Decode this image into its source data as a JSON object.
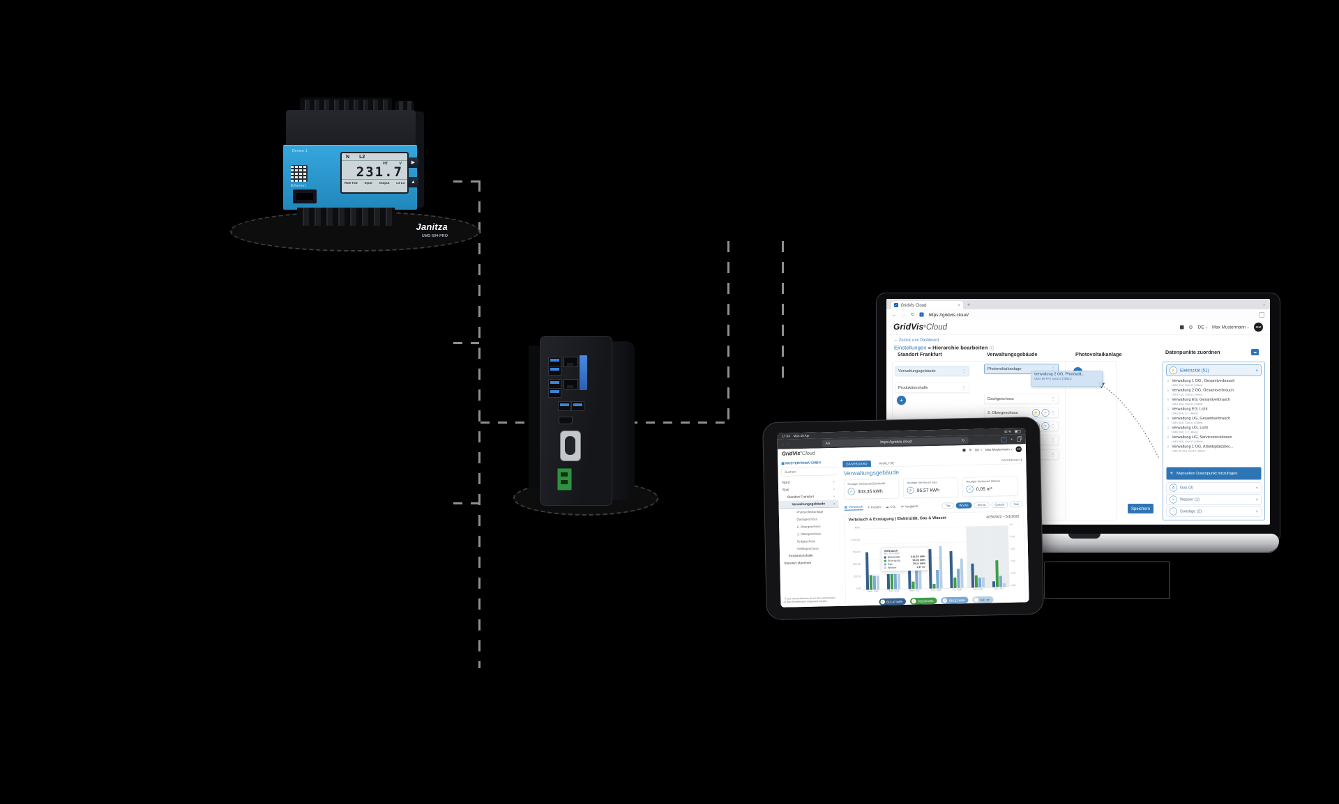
{
  "scene": {
    "background": "#000000",
    "dash_color": "#8f8f8f",
    "accent": "#2e75b6"
  },
  "meter": {
    "brand": "Janitza",
    "model": "UMG 604-PRO",
    "device_label": "Device 1",
    "ethernet_label": "Ethernet",
    "lcd": {
      "phase_n": "N",
      "phase": "L2",
      "tariff": "HT",
      "unit": "V",
      "value": "231.7",
      "status_left": "RxD TxD",
      "status_mid": "Input",
      "status_right": "Output",
      "phases_bottom": "L3 L4"
    },
    "buttons": {
      "next": "▶",
      "up": "▲"
    }
  },
  "laptop": {
    "browser": {
      "tab_title": "GridVis Cloud",
      "url": "https://gridvis.cloud/",
      "close": "×",
      "newtab": "+",
      "back": "←",
      "fwd": "→",
      "reload": "↻",
      "favicon_glyph": "✓"
    },
    "header": {
      "logo_main": "GridVis",
      "logo_sup": "®",
      "logo_rest": "Cloud",
      "lang": "DE",
      "user": "Max Mustermann",
      "avatar": "MM"
    },
    "back_link": "← Zurück zum Dashboard",
    "breadcrumb": {
      "section": "Einstellungen",
      "page": "» Hierarchie bearbeiten",
      "info": "ⓘ"
    },
    "columns": [
      {
        "title": "Standort Frankfurt",
        "cards": [
          {
            "label": "Verwaltungsgebäude",
            "style": "hl",
            "icons": []
          },
          {
            "label": "Produktionshalle",
            "style": "",
            "icons": []
          }
        ]
      },
      {
        "title": "Verwaltungsgebäude",
        "cards": [
          {
            "label": "Photovoltaikanlage",
            "style": "sel",
            "icons": []
          },
          {
            "label": "Dachgeschoss",
            "style": "",
            "icons": []
          },
          {
            "label": "2. Obergeschoss",
            "style": "",
            "icons": [
              "bolt",
              "water"
            ]
          },
          {
            "label": "",
            "style": "",
            "icons": [
              "bolt",
              "gas",
              "water"
            ]
          },
          {
            "label": "",
            "style": "",
            "icons": []
          },
          {
            "label": "",
            "style": "",
            "icons": []
          }
        ]
      },
      {
        "title": "Photovoltaikanlage",
        "cards": []
      }
    ],
    "drag_ghost": {
      "title": "Verwaltung 2 OG, Photovolt...",
      "sub": "UMG 96-PA | Sum13 | Bilanz"
    },
    "panel": {
      "title": "Datenpunkte zuordnen",
      "group_header": {
        "icon": "bolt",
        "label": "Elektrizität (51)",
        "collapse": "∧"
      },
      "items": [
        {
          "title": "Verwaltung 1 OG , Gesamtverbrauch",
          "sub": "UMG 512 | Sum13 | Bilanz"
        },
        {
          "title": "Verwaltung 2 OG, Gesamtverbrauch",
          "sub": "UMG 512 | Sum13 | Bilanz"
        },
        {
          "title": "Verwaltung EG, Gesamtverbrauch",
          "sub": "UMG 604 | Sum13 | Bilanz"
        },
        {
          "title": "Verwaltung EG, Licht",
          "sub": "UMG 604 | 3.1 | Bilanz"
        },
        {
          "title": "Verwaltung UG, Gesamtverbrauch",
          "sub": "UMG 604 | Sum13 | Bilanz"
        },
        {
          "title": "Verwaltung UG, Licht",
          "sub": "UMG 604 | 3.2 | Bilanz"
        },
        {
          "title": "Verwaltung UG, Servicesteckdosen",
          "sub": "UMG 604 | Sum13 | Bilanz"
        },
        {
          "title": "Verwaltung 1 OG, Arbeitsplatzstec...",
          "sub": "UMG 96-PA | Sum13 | Bilanz"
        }
      ],
      "add_button": "Manuellen Datenpunkt hinzufügen",
      "groups_collapsed": [
        {
          "icon": "gas",
          "label": "Gas (0)"
        },
        {
          "icon": "water",
          "label": "Wasser (1)"
        },
        {
          "icon": "other",
          "label": "Sonstige (2)"
        }
      ]
    },
    "save_button": "Speichern"
  },
  "tablet": {
    "status": {
      "time": "17:04",
      "date": "Mon 25 Apr",
      "battery": "42 %"
    },
    "browser": {
      "reader": "AA",
      "url": "https://gridvis.cloud",
      "reload": "↻",
      "share": "↑",
      "newtab": "+"
    },
    "header": {
      "logo_main": "GridVis",
      "logo_sup": "®",
      "logo_rest": "Cloud",
      "lang": "DE",
      "user": "Max Mustermann",
      "avatar": "MM"
    },
    "sidebar": {
      "company": "MUSTERFIRMA GMBH",
      "search_placeholder": "Suchen",
      "tree": [
        {
          "label": "Nord",
          "level": 0,
          "chev": "∨"
        },
        {
          "label": "Süd",
          "level": 0,
          "chev": "∧"
        },
        {
          "label": "Standort Frankfurt",
          "level": 1,
          "chev": "∧"
        },
        {
          "label": "Verwaltungsgebäude",
          "level": 2,
          "chev": "∧",
          "active": true
        },
        {
          "label": "Photovoltaikanlage",
          "level": 3
        },
        {
          "label": "Dachgeschoss",
          "level": 3
        },
        {
          "label": "2. Obergeschoss",
          "level": 3
        },
        {
          "label": "1. Obergeschoss",
          "level": 3
        },
        {
          "label": "Erdgeschoss",
          "level": 3
        },
        {
          "label": "Kellergeschoss",
          "level": 3
        },
        {
          "label": "Produktionshalle",
          "level": 1
        },
        {
          "label": "Standort München",
          "level": 0
        }
      ],
      "footnote": "Die Hierarchie kann durch den Administrator in den Einstellungen angepasst werden."
    },
    "tabs": [
      {
        "label": "DASHBOARD",
        "active": true
      },
      {
        "label": "ANALYSE",
        "active": false
      }
    ],
    "top_right_label": "DATENPUNKTE",
    "page_title": "Verwaltungsgebäude",
    "kpis": [
      {
        "label": "Heutiger Verbrauch Elektrizität",
        "icon": "bolt",
        "value": "303,35 kWh"
      },
      {
        "label": "Heutiger Verbrauch Gas",
        "icon": "gas",
        "value": "96,57 kWh"
      },
      {
        "label": "Heutiger Verbrauch Wasser",
        "icon": "water",
        "value": "0,05 m³"
      }
    ],
    "view_modes": [
      {
        "label": "Verbrauch",
        "icon": "chart",
        "active": true
      },
      {
        "label": "Kosten",
        "icon": "euro",
        "active": false
      },
      {
        "label": "CO₂",
        "icon": "cloud",
        "active": false
      },
      {
        "label": "Vergleich",
        "icon": "compare",
        "active": false
      }
    ],
    "range_pills": [
      {
        "label": "Tag",
        "active": false
      },
      {
        "label": "Woche",
        "active": true
      },
      {
        "label": "Monat",
        "active": false
      },
      {
        "label": "Quartal",
        "active": false
      },
      {
        "label": "Jahr",
        "active": false
      }
    ],
    "tooltip": {
      "title": "Verbrauch",
      "date": "Mo, 25.4.2022",
      "rows": [
        {
          "name": "Elektrizität",
          "value": "613,25 kWh"
        },
        {
          "name": "Erzeugung",
          "value": "98,00 kWh"
        },
        {
          "name": "Gas",
          "value": "79,11 kWh"
        },
        {
          "name": "Wasser",
          "value": "1,47 m³"
        }
      ]
    },
    "chips": [
      {
        "icon": "bolt",
        "value": "613,47 kWh",
        "bg": "#345f8c",
        "fg": "#ffffff"
      },
      {
        "icon": "bolt",
        "value": "783,00 kWh",
        "bg": "#3f9c46",
        "fg": "#ffffff"
      },
      {
        "icon": "gas",
        "value": "596,23 kWh",
        "bg": "#7aa9d6",
        "fg": "#ffffff"
      },
      {
        "icon": "water",
        "value": "9,81 m³",
        "bg": "#b7cfe4",
        "fg": "#33536e"
      }
    ]
  },
  "chart_data": {
    "type": "bar",
    "title": "Verbrauch & Erzeugung | Elektrizität, Gas & Wasser",
    "date_range": "4/25/2022 – 5/1/2022",
    "categories": [
      "Mon, 4/25",
      "Tue, 4/26",
      "Wed, 4/27",
      "Thu, 4/28",
      "Fri, 4/29",
      "Sat, 4/30",
      "Sun, 5/1"
    ],
    "y_left": {
      "label": "kWh",
      "ticks": [
        "1.000,00",
        "750,00",
        "500,00",
        "250,00",
        "0,00"
      ],
      "max": 1000
    },
    "y_right": {
      "label": "m³",
      "ticks": [
        "4,00",
        "3,00",
        "2,00",
        "1,00",
        "0,00"
      ],
      "max": 4
    },
    "grid": true,
    "legend_position": "bottom",
    "weekend_band": [
      "Sat, 4/30",
      "Sun, 5/1"
    ],
    "series": [
      {
        "name": "Elektrizität",
        "axis": "left",
        "color": "#345f8c",
        "values": [
          613,
          250,
          655,
          640,
          600,
          390,
          95
        ]
      },
      {
        "name": "Erzeugung",
        "axis": "left",
        "color": "#3f9c46",
        "values": [
          240,
          250,
          120,
          75,
          170,
          200,
          440
        ]
      },
      {
        "name": "Gas",
        "axis": "left",
        "color": "#7aa9d6",
        "values": [
          230,
          250,
          390,
          300,
          310,
          160,
          180
        ]
      },
      {
        "name": "Wasser",
        "axis": "right",
        "color": "#b7cfe4",
        "values": [
          0.9,
          1.0,
          2.7,
          2.75,
          1.9,
          0.65,
          0.25
        ]
      }
    ]
  }
}
